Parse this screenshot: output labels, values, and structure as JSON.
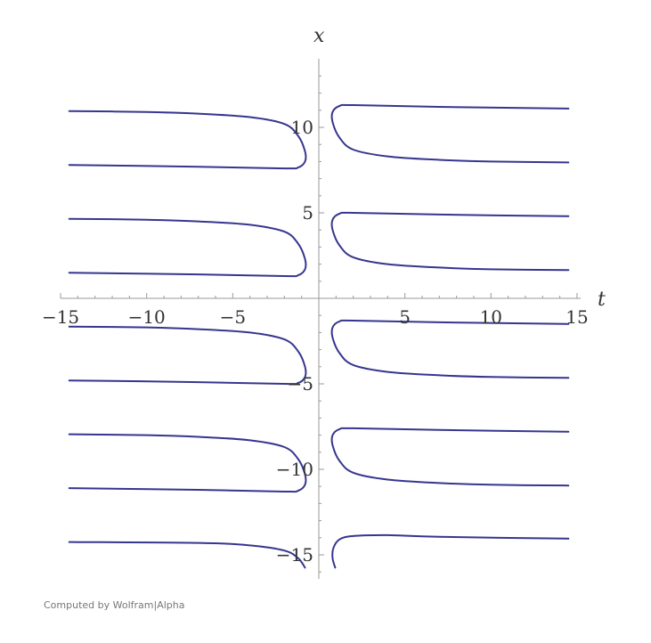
{
  "chart_data": {
    "type": "line",
    "xlabel": "t",
    "ylabel": "x",
    "xlim": [
      -15,
      15
    ],
    "ylim": [
      -16.5,
      14
    ],
    "x_ticks": [
      -15,
      -10,
      -5,
      5,
      10,
      15
    ],
    "y_ticks": [
      -15,
      -10,
      -5,
      5,
      10
    ],
    "grid": false,
    "line_color": "#35368e",
    "axis_color": "#9a9a9a",
    "series": [
      {
        "x": [
          -14.5,
          -10,
          -7,
          -4,
          -2,
          -1.2,
          -0.8,
          -0.8,
          -1.2,
          -2,
          -7,
          -14.5
        ],
        "y": [
          10.95,
          10.9,
          10.8,
          10.6,
          10.2,
          9.5,
          8.6,
          8.0,
          7.65,
          7.6,
          7.7,
          7.8
        ]
      },
      {
        "x": [
          -14.5,
          -10,
          -7,
          -4,
          -2,
          -1.2,
          -0.8,
          -0.8,
          -1.2,
          -2,
          -7,
          -14.5
        ],
        "y": [
          4.65,
          4.6,
          4.5,
          4.3,
          3.9,
          3.2,
          2.3,
          1.7,
          1.35,
          1.3,
          1.4,
          1.5
        ]
      },
      {
        "x": [
          -14.5,
          -10,
          -7,
          -4,
          -2,
          -1.2,
          -0.8,
          -0.8,
          -1.2,
          -2,
          -7,
          -14.5
        ],
        "y": [
          -1.65,
          -1.7,
          -1.8,
          -2.0,
          -2.4,
          -3.1,
          -4.0,
          -4.6,
          -4.95,
          -5.0,
          -4.9,
          -4.8
        ]
      },
      {
        "x": [
          -14.5,
          -10,
          -7,
          -4,
          -2,
          -1.2,
          -0.8,
          -0.8,
          -1.2,
          -2,
          -7,
          -14.5
        ],
        "y": [
          -7.95,
          -8.0,
          -8.1,
          -8.3,
          -8.7,
          -9.4,
          -10.3,
          -10.9,
          -11.25,
          -11.3,
          -11.2,
          -11.1
        ]
      },
      {
        "x": [
          -14.5,
          -7,
          -4,
          -2,
          -1.2,
          -0.8
        ],
        "y": [
          -14.25,
          -14.3,
          -14.45,
          -14.75,
          -15.2,
          -15.75
        ]
      },
      {
        "x": [
          14.5,
          10,
          7,
          4,
          2,
          1.2,
          0.8,
          0.8,
          1.2,
          2,
          7,
          14.5
        ],
        "y": [
          7.95,
          8.0,
          8.1,
          8.3,
          8.7,
          9.4,
          10.3,
          10.9,
          11.25,
          11.3,
          11.2,
          11.1
        ]
      },
      {
        "x": [
          14.5,
          10,
          7,
          4,
          2,
          1.2,
          0.8,
          0.8,
          1.2,
          2,
          7,
          14.5
        ],
        "y": [
          1.65,
          1.7,
          1.8,
          2.0,
          2.4,
          3.1,
          4.0,
          4.6,
          4.95,
          5.0,
          4.9,
          4.8
        ]
      },
      {
        "x": [
          14.5,
          10,
          7,
          4,
          2,
          1.2,
          0.8,
          0.8,
          1.2,
          2,
          7,
          14.5
        ],
        "y": [
          -4.65,
          -4.6,
          -4.5,
          -4.3,
          -3.9,
          -3.2,
          -2.3,
          -1.7,
          -1.35,
          -1.3,
          -1.4,
          -1.5
        ]
      },
      {
        "x": [
          14.5,
          10,
          7,
          4,
          2,
          1.2,
          0.8,
          0.8,
          1.2,
          2,
          7,
          14.5
        ],
        "y": [
          -10.95,
          -10.9,
          -10.8,
          -10.6,
          -10.2,
          -9.5,
          -8.6,
          -8.0,
          -7.65,
          -7.6,
          -7.7,
          -7.8
        ]
      },
      {
        "x": [
          0.95,
          0.8,
          0.85,
          1.2,
          2.0,
          4.0,
          7.0,
          14.5
        ],
        "y": [
          -15.75,
          -15.2,
          -14.6,
          -14.1,
          -13.9,
          -13.85,
          -13.95,
          -14.05
        ]
      }
    ]
  },
  "credit": "Computed by Wolfram|Alpha"
}
